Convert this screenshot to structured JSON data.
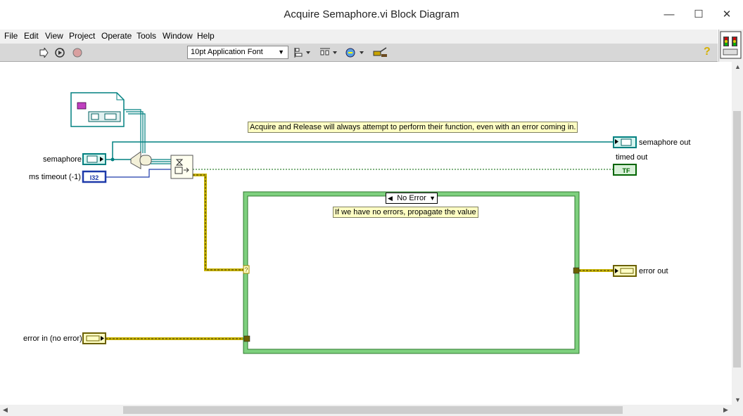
{
  "window": {
    "title": "Acquire Semaphore.vi Block Diagram",
    "minimize": "—",
    "maximize": "☐",
    "close": "✕"
  },
  "menu": [
    "File",
    "Edit",
    "View",
    "Project",
    "Operate",
    "Tools",
    "Window",
    "Help"
  ],
  "toolbar": {
    "font": "10pt Application Font",
    "help": "?"
  },
  "diagram": {
    "labels": {
      "semaphore": "semaphore",
      "ms_timeout": "ms timeout (-1)",
      "error_in": "error in (no error)",
      "semaphore_out": "semaphore out",
      "timed_out": "timed out",
      "error_out": "error out"
    },
    "terminals": {
      "i32": "I32",
      "tf": "TF"
    },
    "comments": {
      "main": "Acquire and Release will always attempt to perform their function, even with an error coming in.",
      "case": "If we have no errors, propagate the value"
    },
    "case_structure": {
      "selector": "No Error",
      "selector_terminal": "?"
    }
  },
  "colors": {
    "error_wire": "#c8b400",
    "refnum_wire": "#008080",
    "i32_wire": "#1e3aaa",
    "bool_wire": "#006400",
    "case_border": "#7ed07e"
  }
}
